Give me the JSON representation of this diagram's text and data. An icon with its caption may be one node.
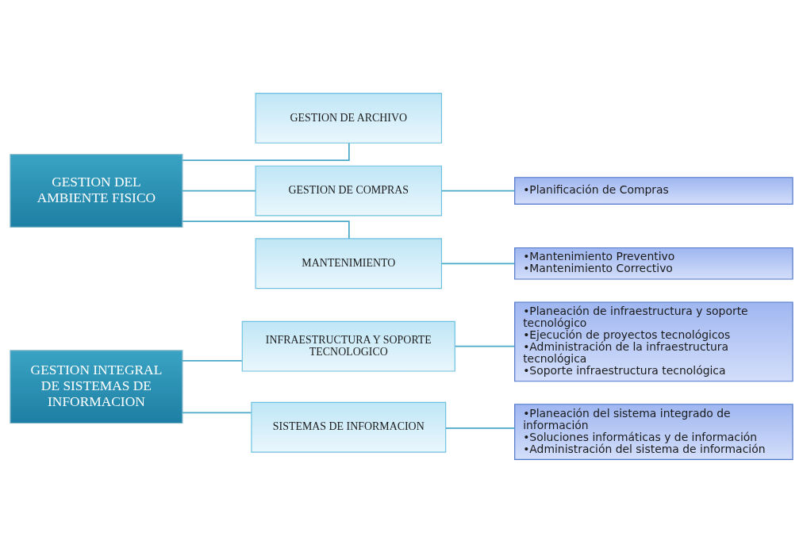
{
  "diagram": {
    "nodes": [
      {
        "text": [
          "GESTION INTEGRAL DE SISTEMAS DE INFORMACION"
        ]
      },
      {
        "text": [
          "INFRAESTRUCTURA Y SOPORTE TECNOLOGICO"
        ]
      },
      {
        "text": [
          "SISTEMAS DE INFORMACION"
        ]
      },
      {
        "text": [
          "•Planeación de infraestructura y soporte tecnológico",
          "•Ejecución de proyectos tecnológicos",
          "•Administración de la infraestructura tecnológica",
          "•Soporte infraestructura tecnológica"
        ]
      },
      {
        "text": [
          "•Planeación del sistema integrado de información",
          "•Soluciones informáticas y de información",
          "•Administración del sistema de información"
        ]
      },
      {
        "text": [
          "GESTION DEL AMBIENTE FISICO"
        ]
      },
      {
        "text": [
          "GESTION DE ARCHIVO"
        ]
      },
      {
        "text": [
          "GESTION DE COMPRAS"
        ]
      },
      {
        "text": [
          "MANTENIMIENTO"
        ]
      },
      {
        "text": [
          "•Planificación de Compras"
        ]
      },
      {
        "text": [
          "•Mantenimiento Preventivo",
          "•Mantenimiento Correctivo"
        ]
      }
    ],
    "edges": [
      {
        "from": 0,
        "to": 1,
        "arrow": "none"
      },
      {
        "from": 0,
        "to": 2,
        "arrow": "none"
      },
      {
        "from": 1,
        "to": 3,
        "arrow": "none"
      },
      {
        "from": 2,
        "to": 4,
        "arrow": "none"
      },
      {
        "from": 5,
        "to": 6,
        "arrow": "none"
      },
      {
        "from": 5,
        "to": 7,
        "arrow": "none"
      },
      {
        "from": 5,
        "to": 8,
        "arrow": "none"
      },
      {
        "from": 7,
        "to": 9,
        "arrow": "none"
      },
      {
        "from": 8,
        "to": 10,
        "arrow": "none"
      }
    ]
  }
}
